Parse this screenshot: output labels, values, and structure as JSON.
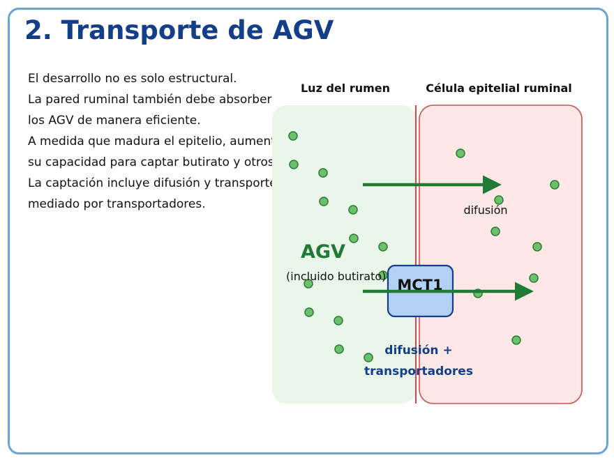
{
  "slide": {
    "title": "2. Transporte de AGV",
    "body_lines": [
      "El desarrollo no es solo estructural.",
      "La pared ruminal también debe absorber",
      "los AGV de manera eficiente.",
      "A medida que madura el epitelio, aumenta",
      "su capacidad para captar butirato y otros AGV.",
      "La captación incluye difusión y transporte",
      "mediado por transportadores."
    ]
  },
  "diagram": {
    "rumen_label": "Luz del rumen",
    "cell_label": "Célula epitelial ruminal",
    "agv_label": "AGV",
    "agv_sublabel": "(incluido butirato)",
    "diffusion_label": "difusión",
    "mct1_label": "MCT1",
    "transport_label_line1": "difusión +",
    "transport_label_line2": "transportadores",
    "colors": {
      "title": "#123e8a",
      "frame_border": "#6ba3d6",
      "rumen_fill": "#ebf6ea",
      "cell_fill": "#fde7e7",
      "cell_border": "#c9504f",
      "arrow": "#1e7a35",
      "dot_fill": "#6cbf6b",
      "dot_stroke": "#2a7a33",
      "mct1_fill": "#b3d1f5",
      "mct1_border": "#123e8a",
      "transport_label": "#123e8a"
    }
  }
}
